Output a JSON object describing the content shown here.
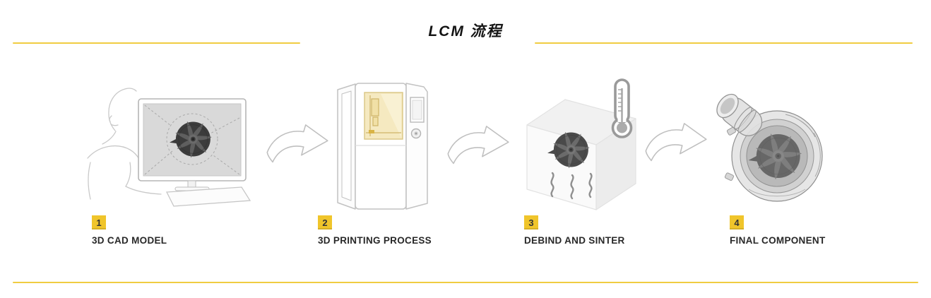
{
  "header": {
    "title": "LCM 流程"
  },
  "steps": [
    {
      "number": "1",
      "label": "3D CAD MODEL",
      "illustration": "person-at-computer-with-cad-model"
    },
    {
      "number": "2",
      "label": "3D PRINTING PROCESS",
      "illustration": "3d-printer-machine"
    },
    {
      "number": "3",
      "label": "DEBIND AND SINTER",
      "illustration": "furnace-cube-with-impeller-and-thermometer"
    },
    {
      "number": "4",
      "label": "FINAL COMPONENT",
      "illustration": "translucent-turbo-component"
    }
  ],
  "icons": {
    "arrow": "curved-right-arrow-icon",
    "thermometer": "thermometer-icon",
    "heat": "heat-waves-icon",
    "impeller": "impeller-icon"
  },
  "colors": {
    "accent_yellow": "#F0C52B",
    "divider_yellow": "#F0CC41",
    "printer_window_yellow": "#F5E9C0",
    "text_dark": "#282828",
    "sketch_grey": "#C9C9C9",
    "impeller_dark": "#3C3C3C"
  }
}
